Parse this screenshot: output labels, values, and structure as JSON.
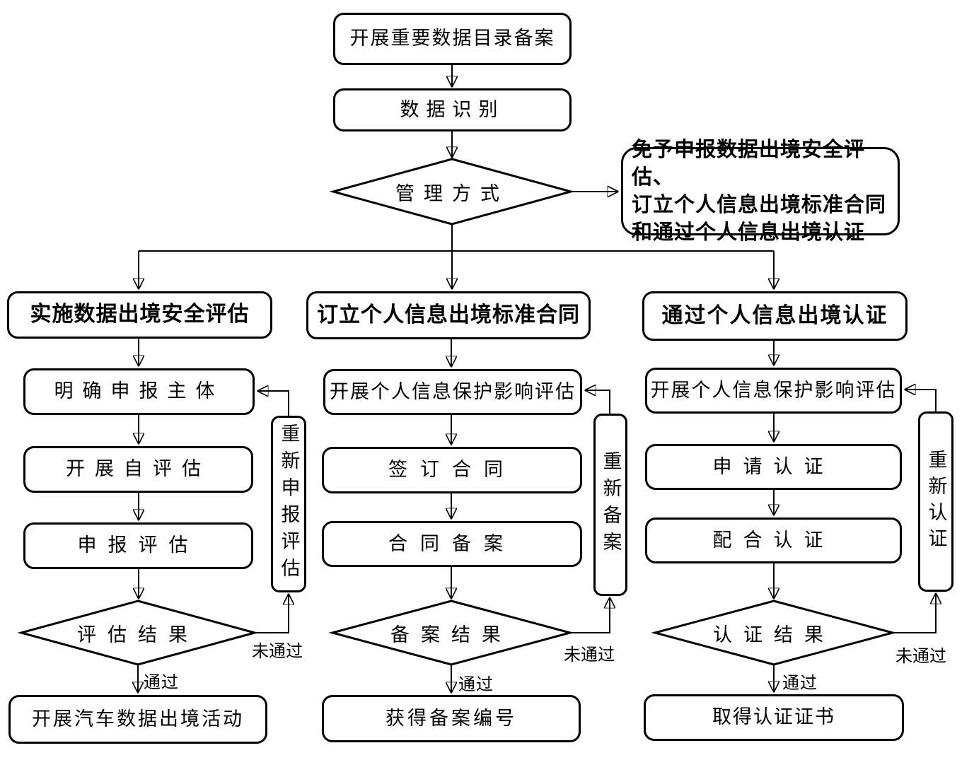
{
  "colors": {
    "line": "#000000",
    "background": "#ffffff",
    "text": "#000000"
  },
  "flow": {
    "start": {
      "label": "开展重要数据目录备案"
    },
    "identify": {
      "label": "数据识别"
    },
    "decision_mode": {
      "label": "管理方式"
    },
    "exemption": {
      "line1": "免予申报数据出境安全评估、",
      "line2": "订立个人信息出境标准合同",
      "line3": "和通过个人信息出境认证"
    },
    "labels": {
      "pass": "通过",
      "fail": "未通过"
    },
    "col1": {
      "header": "实施数据出境安全评估",
      "step1": "明确申报主体",
      "step2": "开展自评估",
      "step3": "申报评估",
      "decision": "评估结果",
      "loop": "重新申报评估",
      "result": "开展汽车数据出境活动"
    },
    "col2": {
      "header": "订立个人信息出境标准合同",
      "step1": "开展个人信息保护影响评估",
      "step2": "签订合同",
      "step3": "合同备案",
      "decision": "备案结果",
      "loop": "重新备案",
      "result": "获得备案编号"
    },
    "col3": {
      "header": "通过个人信息出境认证",
      "step1": "开展个人信息保护影响评估",
      "step2": "申请认证",
      "step3": "配合认证",
      "decision": "认证结果",
      "loop": "重新认证",
      "result": "取得认证证书"
    }
  }
}
